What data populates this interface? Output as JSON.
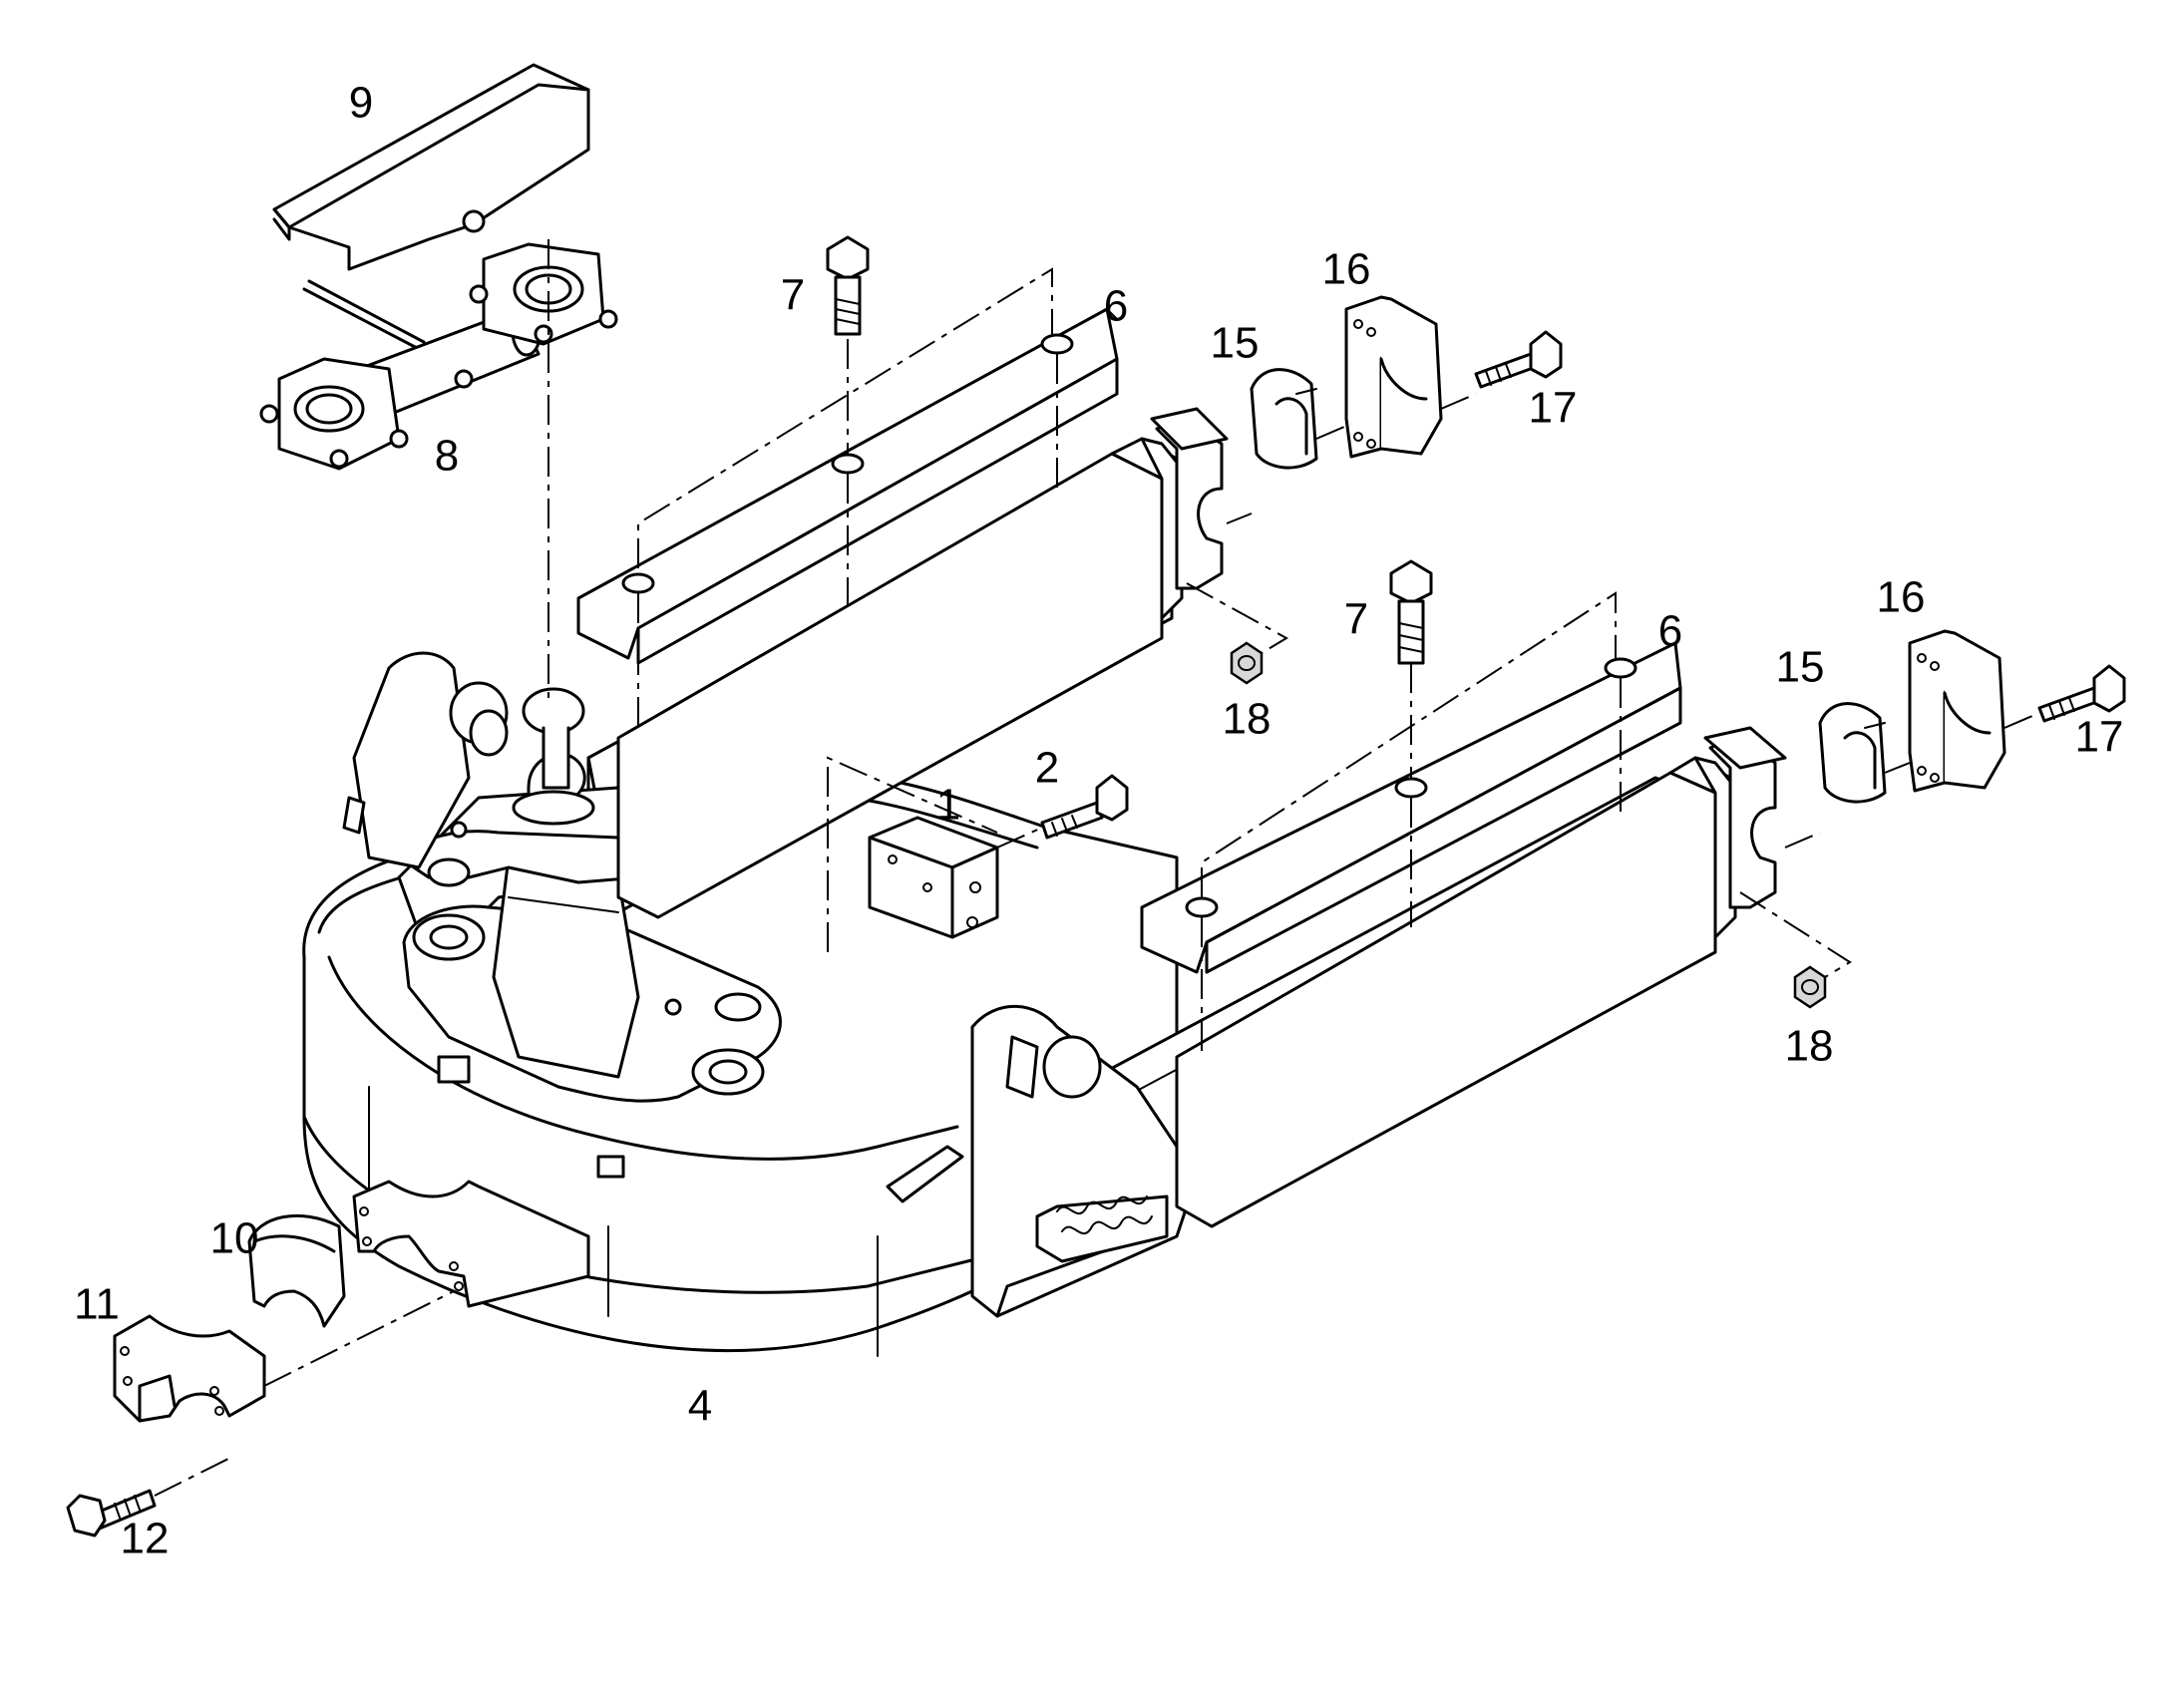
{
  "diagram": {
    "callouts": [
      {
        "id": "1",
        "text": "1"
      },
      {
        "id": "2",
        "text": "2"
      },
      {
        "id": "4",
        "text": "4"
      },
      {
        "id": "6a",
        "text": "6"
      },
      {
        "id": "6b",
        "text": "6"
      },
      {
        "id": "7a",
        "text": "7"
      },
      {
        "id": "7b",
        "text": "7"
      },
      {
        "id": "8",
        "text": "8"
      },
      {
        "id": "9",
        "text": "9"
      },
      {
        "id": "10",
        "text": "10"
      },
      {
        "id": "11",
        "text": "11"
      },
      {
        "id": "12",
        "text": "12"
      },
      {
        "id": "15a",
        "text": "15"
      },
      {
        "id": "15b",
        "text": "15"
      },
      {
        "id": "16a",
        "text": "16"
      },
      {
        "id": "16b",
        "text": "16"
      },
      {
        "id": "17a",
        "text": "17"
      },
      {
        "id": "17b",
        "text": "17"
      },
      {
        "id": "18a",
        "text": "18"
      },
      {
        "id": "18b",
        "text": "18"
      }
    ]
  }
}
